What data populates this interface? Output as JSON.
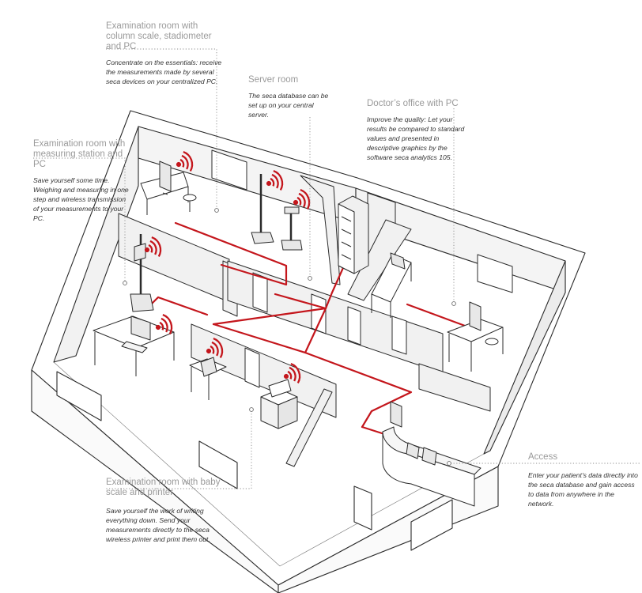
{
  "callouts": {
    "column_scale": {
      "title": "Examination room with column scale, stadiometer and PC",
      "description": "Concentrate on the essentials: receive the measurements made by several seca devices on your centralized PC."
    },
    "server": {
      "title": "Server room",
      "description": "The seca database can be set up on your central server."
    },
    "doctor": {
      "title": "Doctor’s office with PC",
      "description": "Improve the quality: Let your results be compared to standard values and presented in descriptive graphics by the software seca analytics 105."
    },
    "measuring_station": {
      "title": "Examination room with measuring station and PC",
      "description": "Save yourself some time. Weighing and measuring in one step and wireless transmission of your measurements to your PC."
    },
    "baby_scale": {
      "title": "Examination room with baby scale and printer",
      "description": "Save yourself the work of writing everything down. Send your measurements directly to the seca wireless printer and print them out."
    },
    "access": {
      "title": "Access",
      "description": "Enter your patient’s data directly into the seca database and gain access to data from anywhere in the network."
    }
  },
  "colors": {
    "network_line": "#c4161c",
    "wifi_signal": "#c4161c",
    "wall_stroke": "#2b2b2b",
    "wall_fill": "#f4f4f4",
    "floor_fill": "#ffffff",
    "leader_dots": "#8c8c8c"
  },
  "icons": [
    "wifi-signal-icon",
    "pc-monitor-icon",
    "column-scale-icon",
    "stadiometer-icon",
    "server-rack-icon",
    "baby-scale-icon",
    "printer-icon",
    "examination-couch-icon",
    "reception-desk-icon"
  ]
}
